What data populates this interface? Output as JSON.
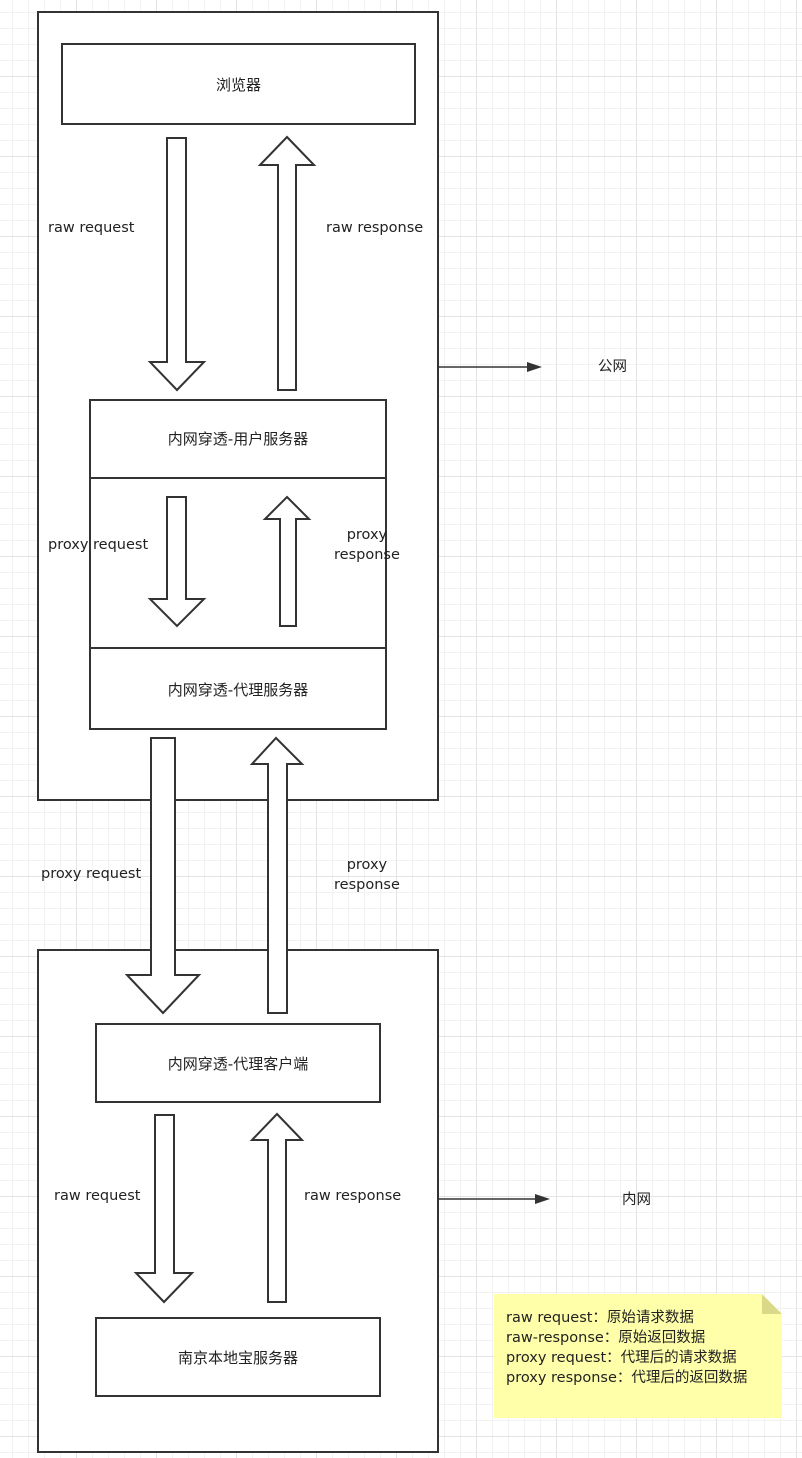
{
  "nodes": {
    "browser": "浏览器",
    "user_server": "内网穿透-用户服务器",
    "proxy_server": "内网穿透-代理服务器",
    "proxy_client": "内网穿透-代理客户端",
    "local_server": "南京本地宝服务器"
  },
  "labels": {
    "raw_request_top": "raw request",
    "raw_response_top": "raw response",
    "proxy_request_inner": "proxy request",
    "proxy_response_inner": "proxy\nresponse",
    "proxy_request_mid": "proxy request",
    "proxy_response_mid": "proxy\nresponse",
    "raw_request_bottom": "raw request",
    "raw_response_bottom": "raw response"
  },
  "zones": {
    "public": "公网",
    "internal": "内网"
  },
  "legend": [
    "raw request：原始请求数据",
    "raw-response：原始返回数据",
    "proxy request：代理后的请求数据",
    "proxy response：代理后的返回数据"
  ]
}
